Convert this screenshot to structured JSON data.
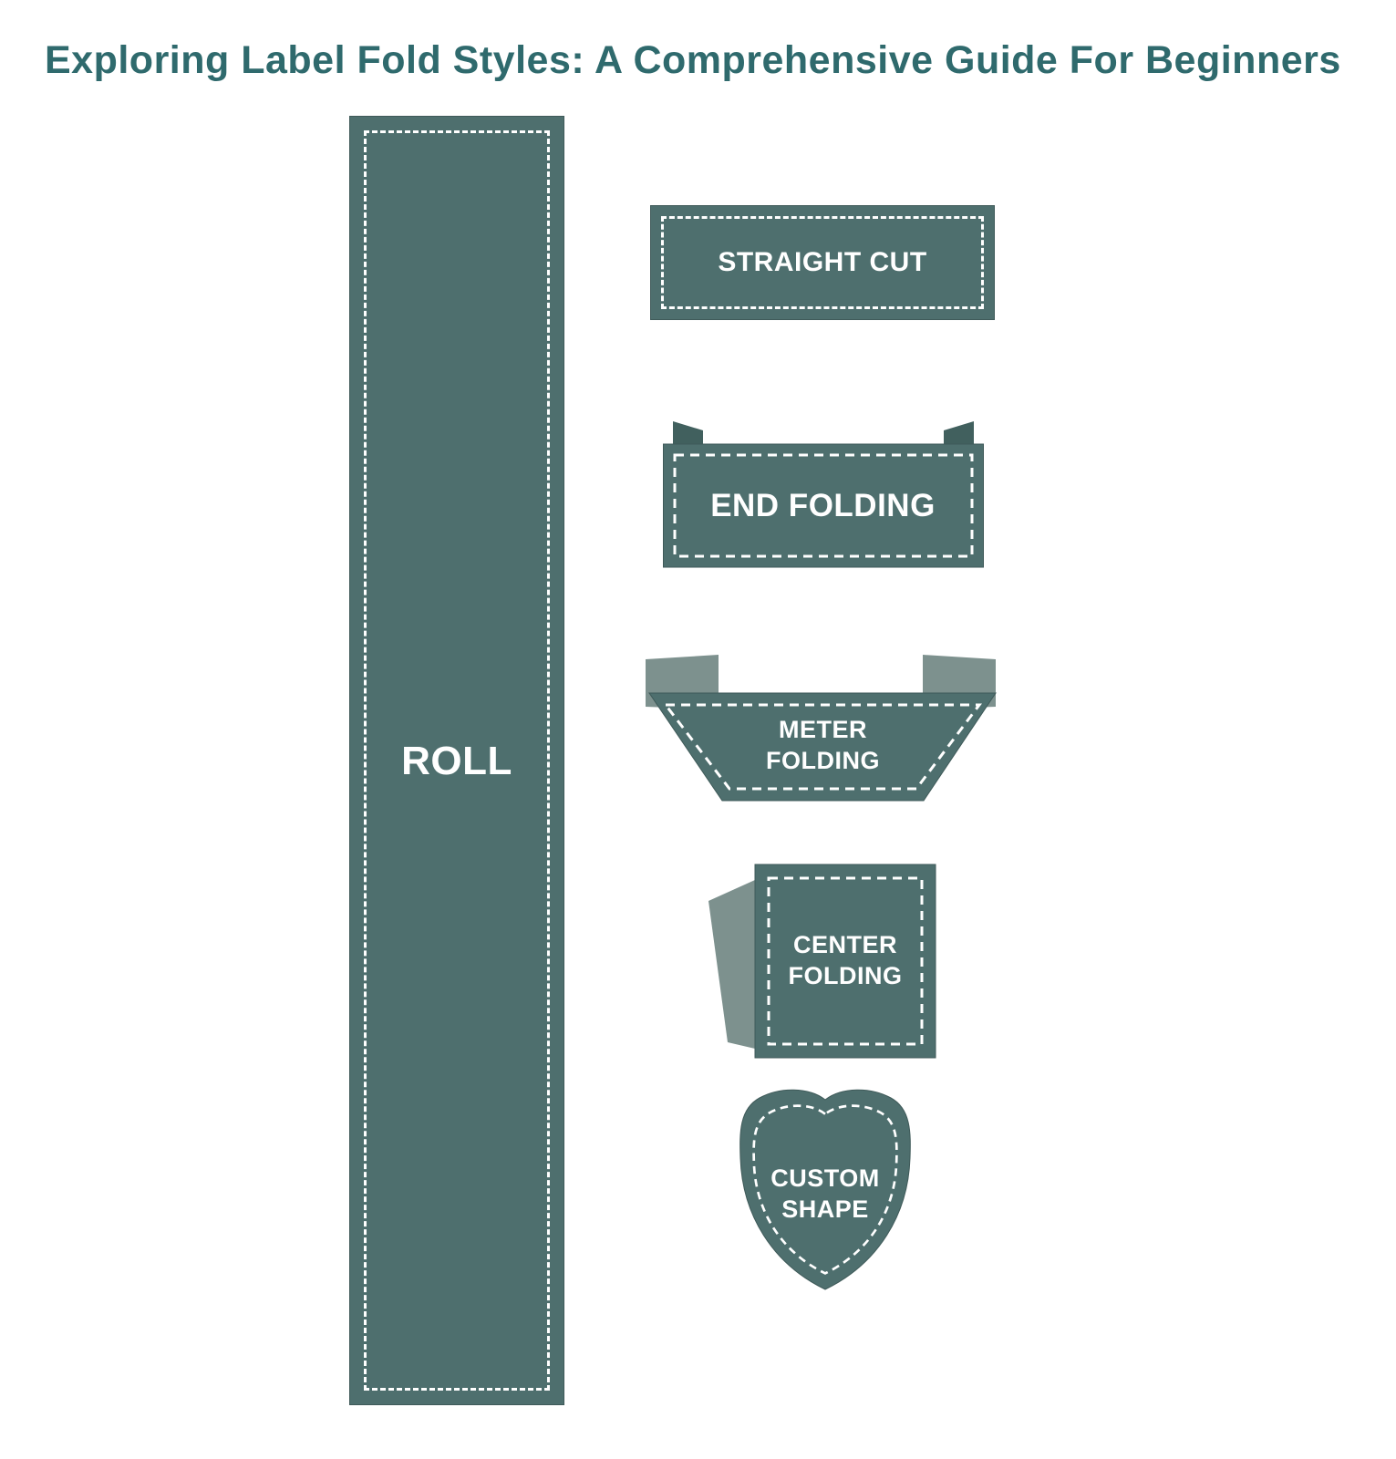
{
  "title": "Exploring Label Fold Styles: A Comprehensive Guide For Beginners",
  "colors": {
    "background": "#ffffff",
    "shape_teal": "#4e6f6e",
    "title_teal": "#2f6a6d",
    "flap_dark": "#41605e",
    "flap_light": "#7d918e",
    "dash_white": "#ffffff"
  },
  "diagram": {
    "roll": {
      "label": "ROLL"
    },
    "straight_cut": {
      "label": "STRAIGHT CUT"
    },
    "end_folding": {
      "label": "END FOLDING"
    },
    "meter_folding": {
      "label_line1": "METER",
      "label_line2": "FOLDING"
    },
    "center_folding": {
      "label_line1": "CENTER",
      "label_line2": "FOLDING"
    },
    "custom_shape": {
      "label_line1": "CUSTOM",
      "label_line2": "SHAPE"
    }
  }
}
